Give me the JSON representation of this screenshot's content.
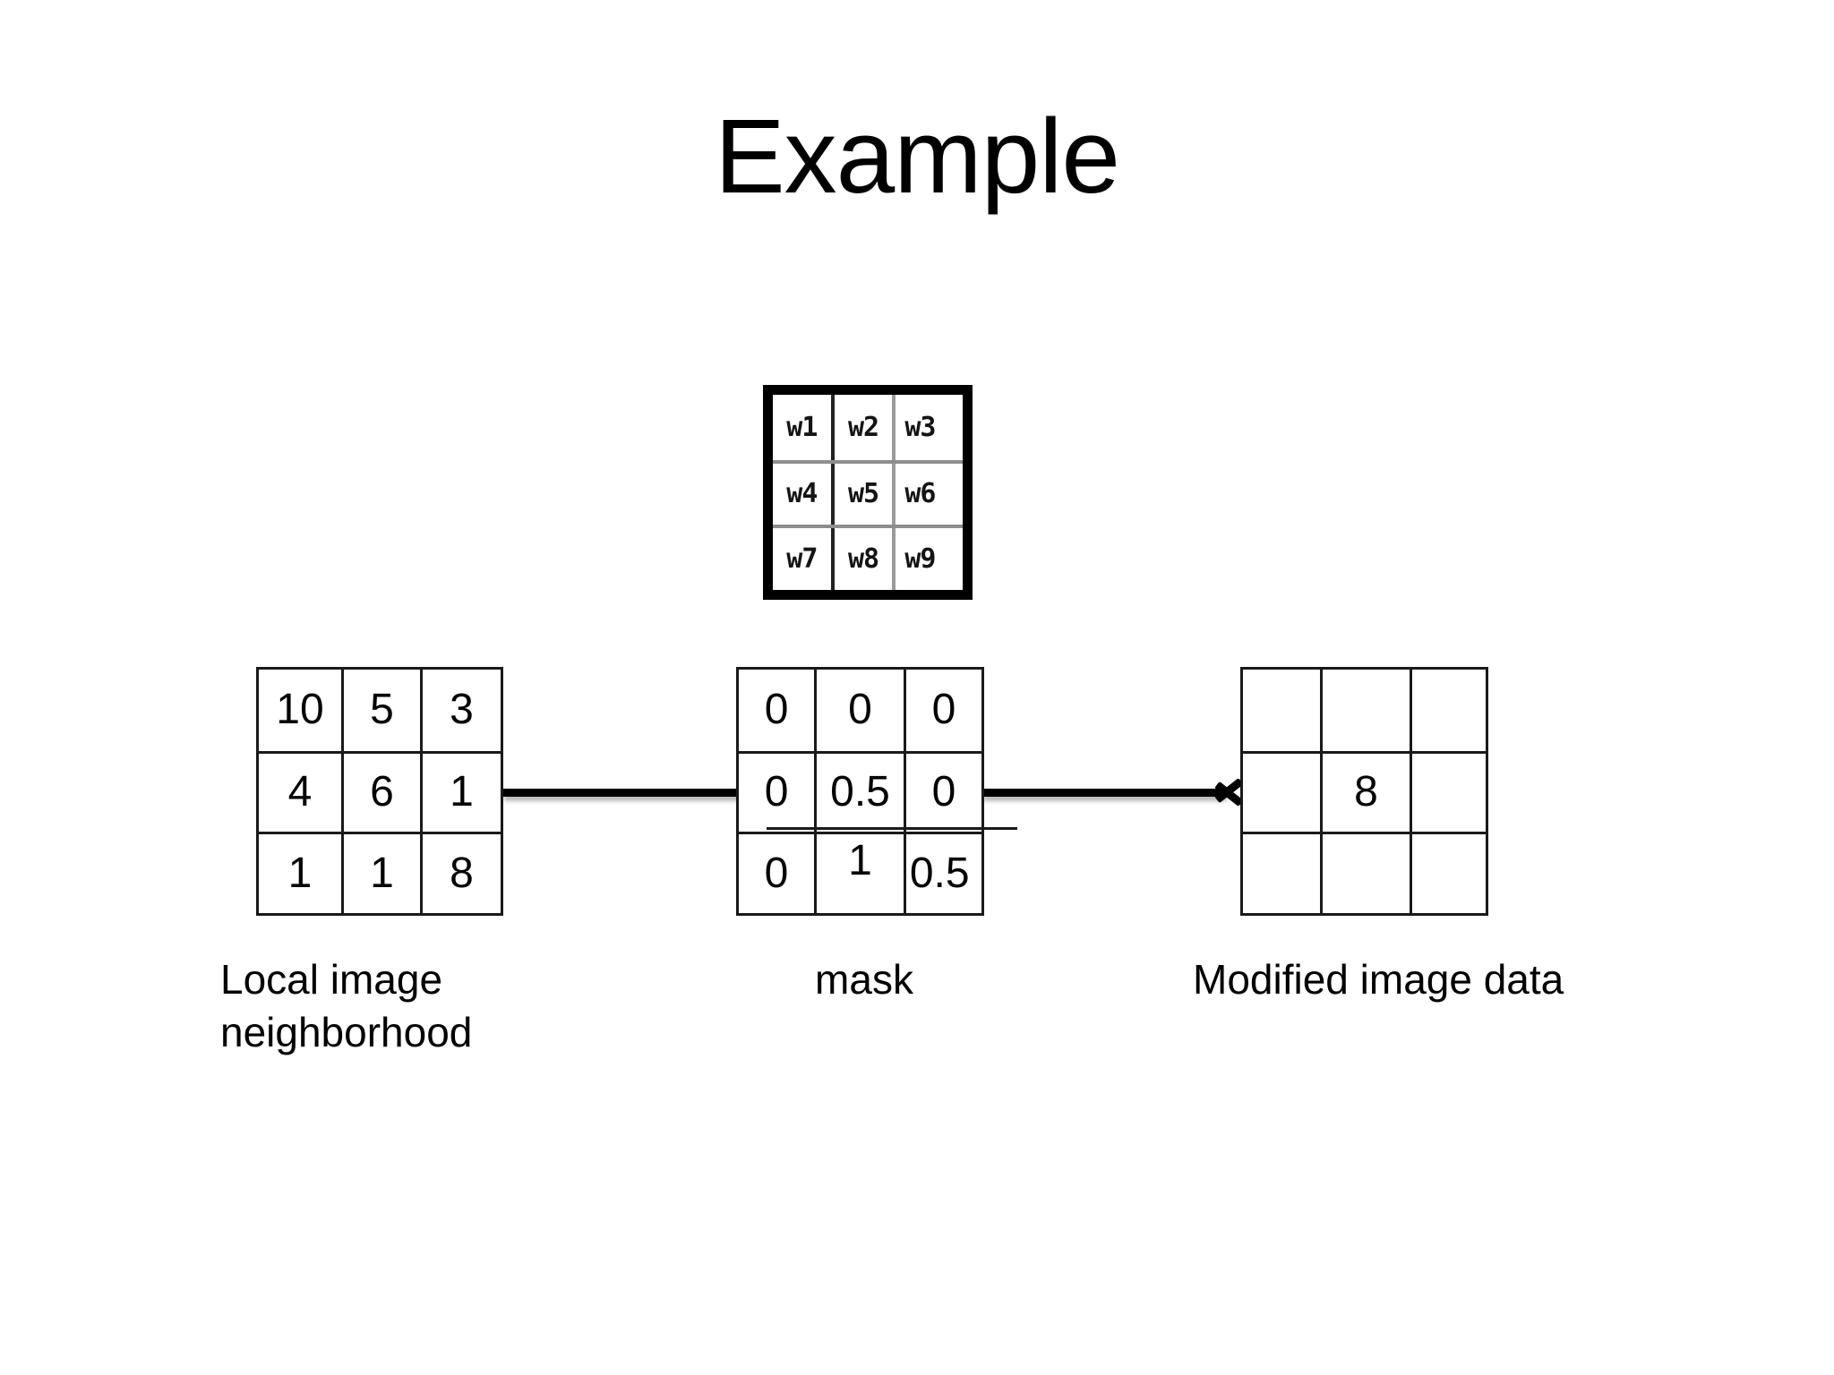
{
  "slide": {
    "title": "Example",
    "background_color": "#ffffff",
    "ink_color": "#000000"
  },
  "weight_matrix": {
    "name": "mask weights bitmap",
    "rows": [
      [
        "w1",
        "w2",
        "w3"
      ],
      [
        "w4",
        "w5",
        "w6"
      ],
      [
        "w7",
        "w8",
        "w9"
      ]
    ]
  },
  "grids": {
    "neighborhood": {
      "caption": "Local image\nneighborhood",
      "rows": [
        [
          "10",
          "5",
          "3"
        ],
        [
          "4",
          "6",
          "1"
        ],
        [
          "1",
          "1",
          "8"
        ]
      ]
    },
    "mask": {
      "caption": "mask",
      "rows": [
        [
          "0",
          "0",
          "0"
        ],
        [
          "0",
          "0.5",
          "0"
        ],
        [
          "0",
          "1",
          "0.5"
        ]
      ]
    },
    "modified": {
      "caption": "Modified image data",
      "rows": [
        [
          "",
          "",
          ""
        ],
        [
          "",
          "8",
          ""
        ],
        [
          "",
          "",
          ""
        ]
      ]
    }
  },
  "arrows": {
    "first": {
      "label": "",
      "direction": "right",
      "has_head": false
    },
    "second": {
      "label": "",
      "direction": "right",
      "has_head": true
    }
  }
}
